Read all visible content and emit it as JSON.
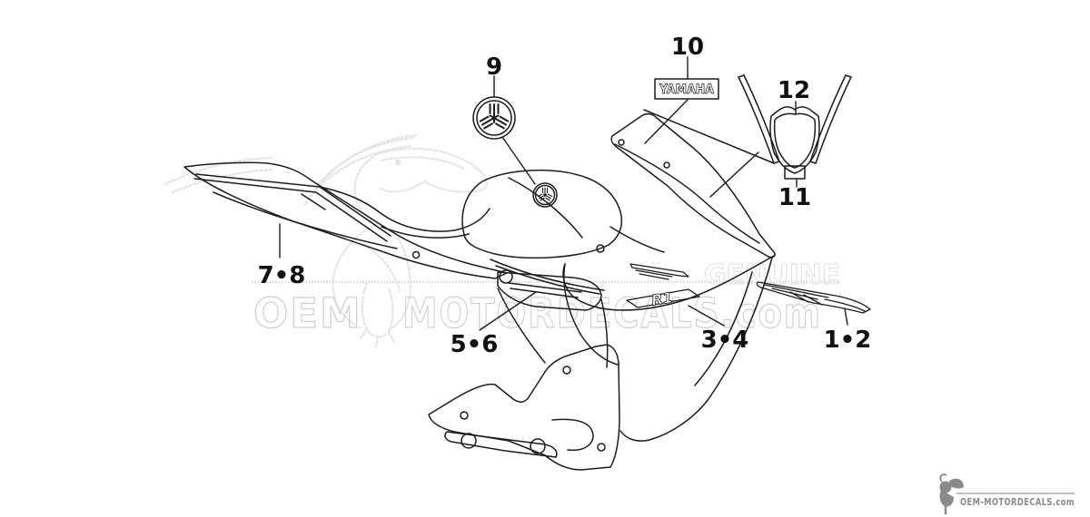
{
  "callouts": {
    "part_1_2": {
      "label": "1•2"
    },
    "part_3_4": {
      "label": "3•4"
    },
    "part_5_6": {
      "label": "5•6"
    },
    "part_7_8": {
      "label": "7•8"
    },
    "part_9": {
      "label": "9"
    },
    "part_10": {
      "label": "10"
    },
    "part_11": {
      "label": "11"
    },
    "part_12": {
      "label": "12"
    }
  },
  "decals": {
    "yamaha_wordmark": "YAMAHA",
    "r1_wordmark": "R1"
  },
  "watermark": {
    "brand_left": "OEM",
    "brand_right": "MOTORDECALS.com",
    "genuine": "GENUINE"
  },
  "footer": {
    "site": "OEM-MOTORDECALS.com"
  },
  "colors": {
    "ink": "#1c1c1c",
    "watermark_gray": "#cfcfcf",
    "footer_gray": "#8a8a8a",
    "background": "#ffffff"
  }
}
